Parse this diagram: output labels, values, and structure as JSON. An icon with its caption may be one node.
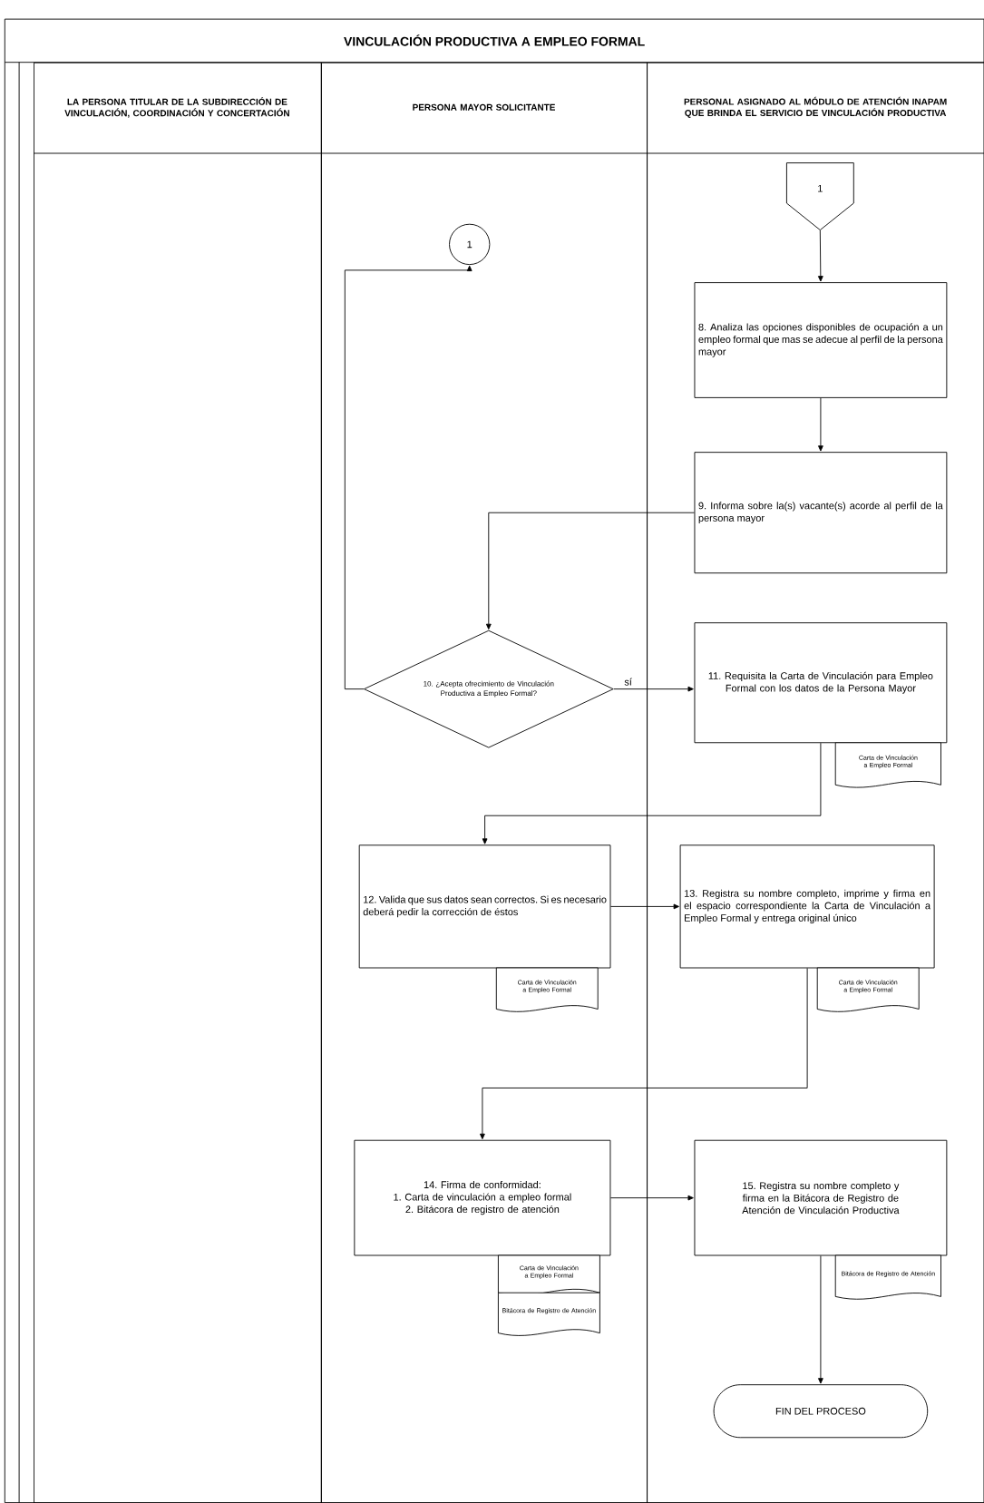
{
  "diagram": {
    "title": "VINCULACIÓN PRODUCTIVA A EMPLEO FORMAL",
    "nodes": [
      {
        "text": [
          "LA PERSONA TITULAR DE LA SUBDIRECCIÓN DE VINCULACIÓN, COORDINACIÓN Y CONCERTACIÓN"
        ]
      },
      {
        "text": [
          "PERSONA MAYOR SOLICITANTE"
        ]
      },
      {
        "text": [
          "PERSONAL ASIGNADO AL MÓDULO DE ATENCIÓN INAPAM QUE BRINDA EL SERVICIO DE VINCULACIÓN PRODUCTIVA"
        ]
      },
      {
        "text": [
          "1"
        ],
        "in": 2
      },
      {
        "text": [
          "1"
        ],
        "in": 1
      },
      {
        "text": [
          "8. Analiza las opciones disponibles de ocupación a un empleo formal que mas se adecue al perfil de la persona mayor"
        ],
        "in": 2
      },
      {
        "text": [
          "9. Informa sobre la(s) vacante(s) acorde al perfil de la persona mayor"
        ],
        "in": 2
      },
      {
        "text": [
          "10. ¿Acepta ofrecimiento de Vinculación Productiva a Empleo Formal?"
        ],
        "in": 1
      },
      {
        "text": [
          "11. Requisita la Carta de Vinculación para Empleo Formal con los datos de la Persona Mayor"
        ],
        "in": 2
      },
      {
        "text": [
          "Carta de Vinculación a Empleo Formal"
        ],
        "in": 2
      },
      {
        "text": [
          "12. Valida que sus datos sean correctos. Si es necesario deberá pedir la corrección de éstos"
        ],
        "in": 1
      },
      {
        "text": [
          "Carta de Vinculación a Empleo Formal"
        ],
        "in": 1
      },
      {
        "text": [
          "13. Registra su nombre completo, imprime y firma en el espacio correspondiente la Carta de Vinculación a Empleo Formal y entrega original único"
        ],
        "in": 2
      },
      {
        "text": [
          "Carta de Vinculación a Empleo Formal"
        ],
        "in": 2
      },
      {
        "text": [
          "14. Firma de conformidad:",
          "1. Carta de vinculación a empleo formal",
          "2. Bitácora de registro de atención"
        ],
        "in": 1
      },
      {
        "text": [
          "Carta de Vinculación a Empleo Formal"
        ],
        "in": 1
      },
      {
        "text": [
          "Bitácora de Registro de Atención"
        ],
        "in": 1
      },
      {
        "text": [
          "15. Registra su nombre completo y firma en la Bitácora de Registro de Atención de Vinculación Productiva"
        ],
        "in": 2
      },
      {
        "text": [
          "Bitácora de Registro de Atención"
        ],
        "in": 2
      },
      {
        "text": [
          "FIN DEL PROCESO"
        ],
        "in": 2
      }
    ],
    "edges": [
      {
        "from": 3,
        "to": 5,
        "arrow": "to"
      },
      {
        "from": 5,
        "to": 6,
        "arrow": "to"
      },
      {
        "from": 6,
        "to": 7,
        "arrow": "to"
      },
      {
        "from": 7,
        "to": 4,
        "arrow": "to"
      },
      {
        "from": 7,
        "to": 8,
        "arrow": "to",
        "label": "sí"
      },
      {
        "from": 8,
        "to": 10,
        "arrow": "to"
      },
      {
        "from": 10,
        "to": 12,
        "arrow": "to"
      },
      {
        "from": 12,
        "to": 14,
        "arrow": "to"
      },
      {
        "from": 14,
        "to": 17,
        "arrow": "to"
      },
      {
        "from": 17,
        "to": 19,
        "arrow": "to"
      }
    ]
  }
}
